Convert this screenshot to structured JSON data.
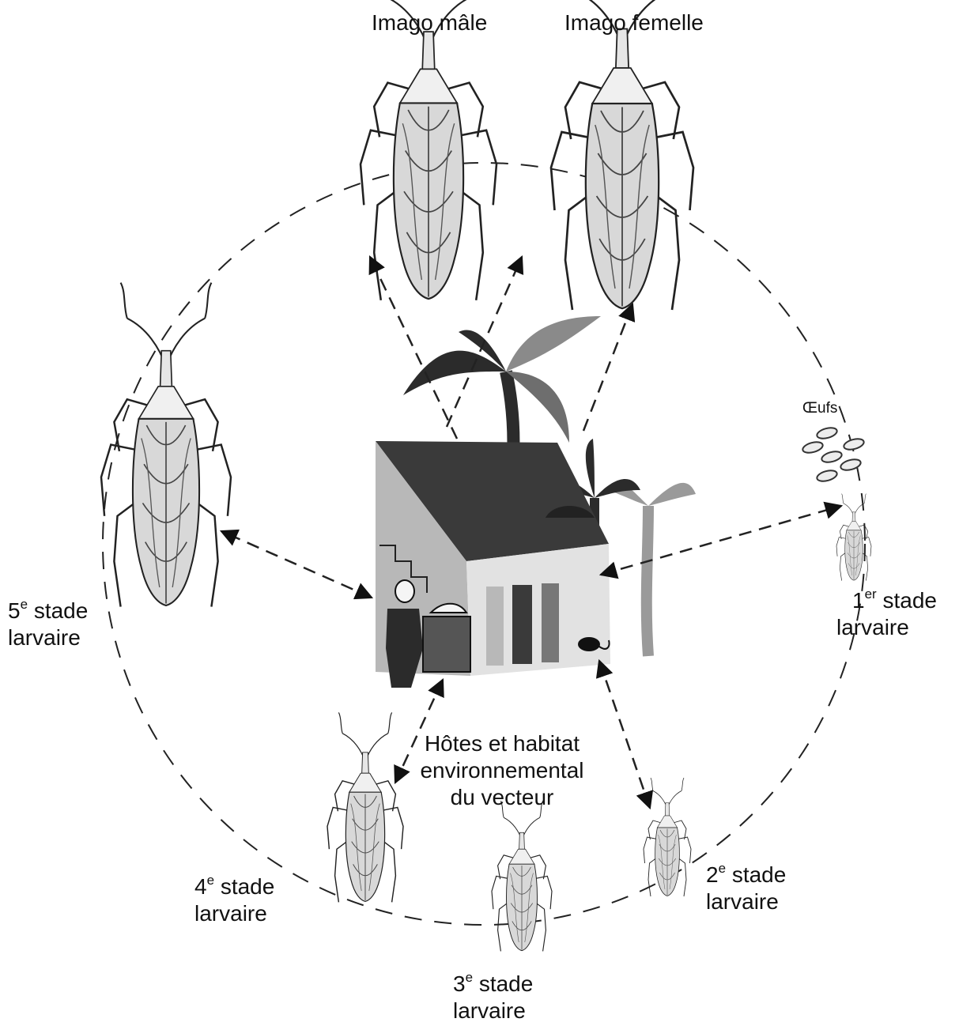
{
  "labels": {
    "imago_male": "Imago mâle",
    "imago_female": "Imago femelle",
    "eggs": "Œufs",
    "stage1": {
      "num": "1",
      "sup": "er",
      "line1": "stade",
      "line2": "larvaire"
    },
    "stage2": {
      "num": "2",
      "sup": "e",
      "line1": "stade",
      "line2": "larvaire"
    },
    "stage3": {
      "num": "3",
      "sup": "e",
      "line1": "stade",
      "line2": "larvaire"
    },
    "stage4": {
      "num": "4",
      "sup": "e",
      "line1": "stade",
      "line2": "larvaire"
    },
    "stage5": {
      "num": "5",
      "sup": "e",
      "line1": "stade",
      "line2": "larvaire"
    },
    "center": {
      "line1": "Hôtes et habitat",
      "line2": "environnemental",
      "line3": "du vecteur"
    }
  },
  "colors": {
    "ink": "#111111",
    "roof": "#3a3a3a",
    "wall": "#b8b8b8",
    "wall_light": "#e2e2e2",
    "foliage_dark": "#2b2b2b",
    "foliage_mid": "#6e6e6e",
    "foliage_light": "#9a9a9a",
    "bug_body": "#d8d8d8"
  }
}
